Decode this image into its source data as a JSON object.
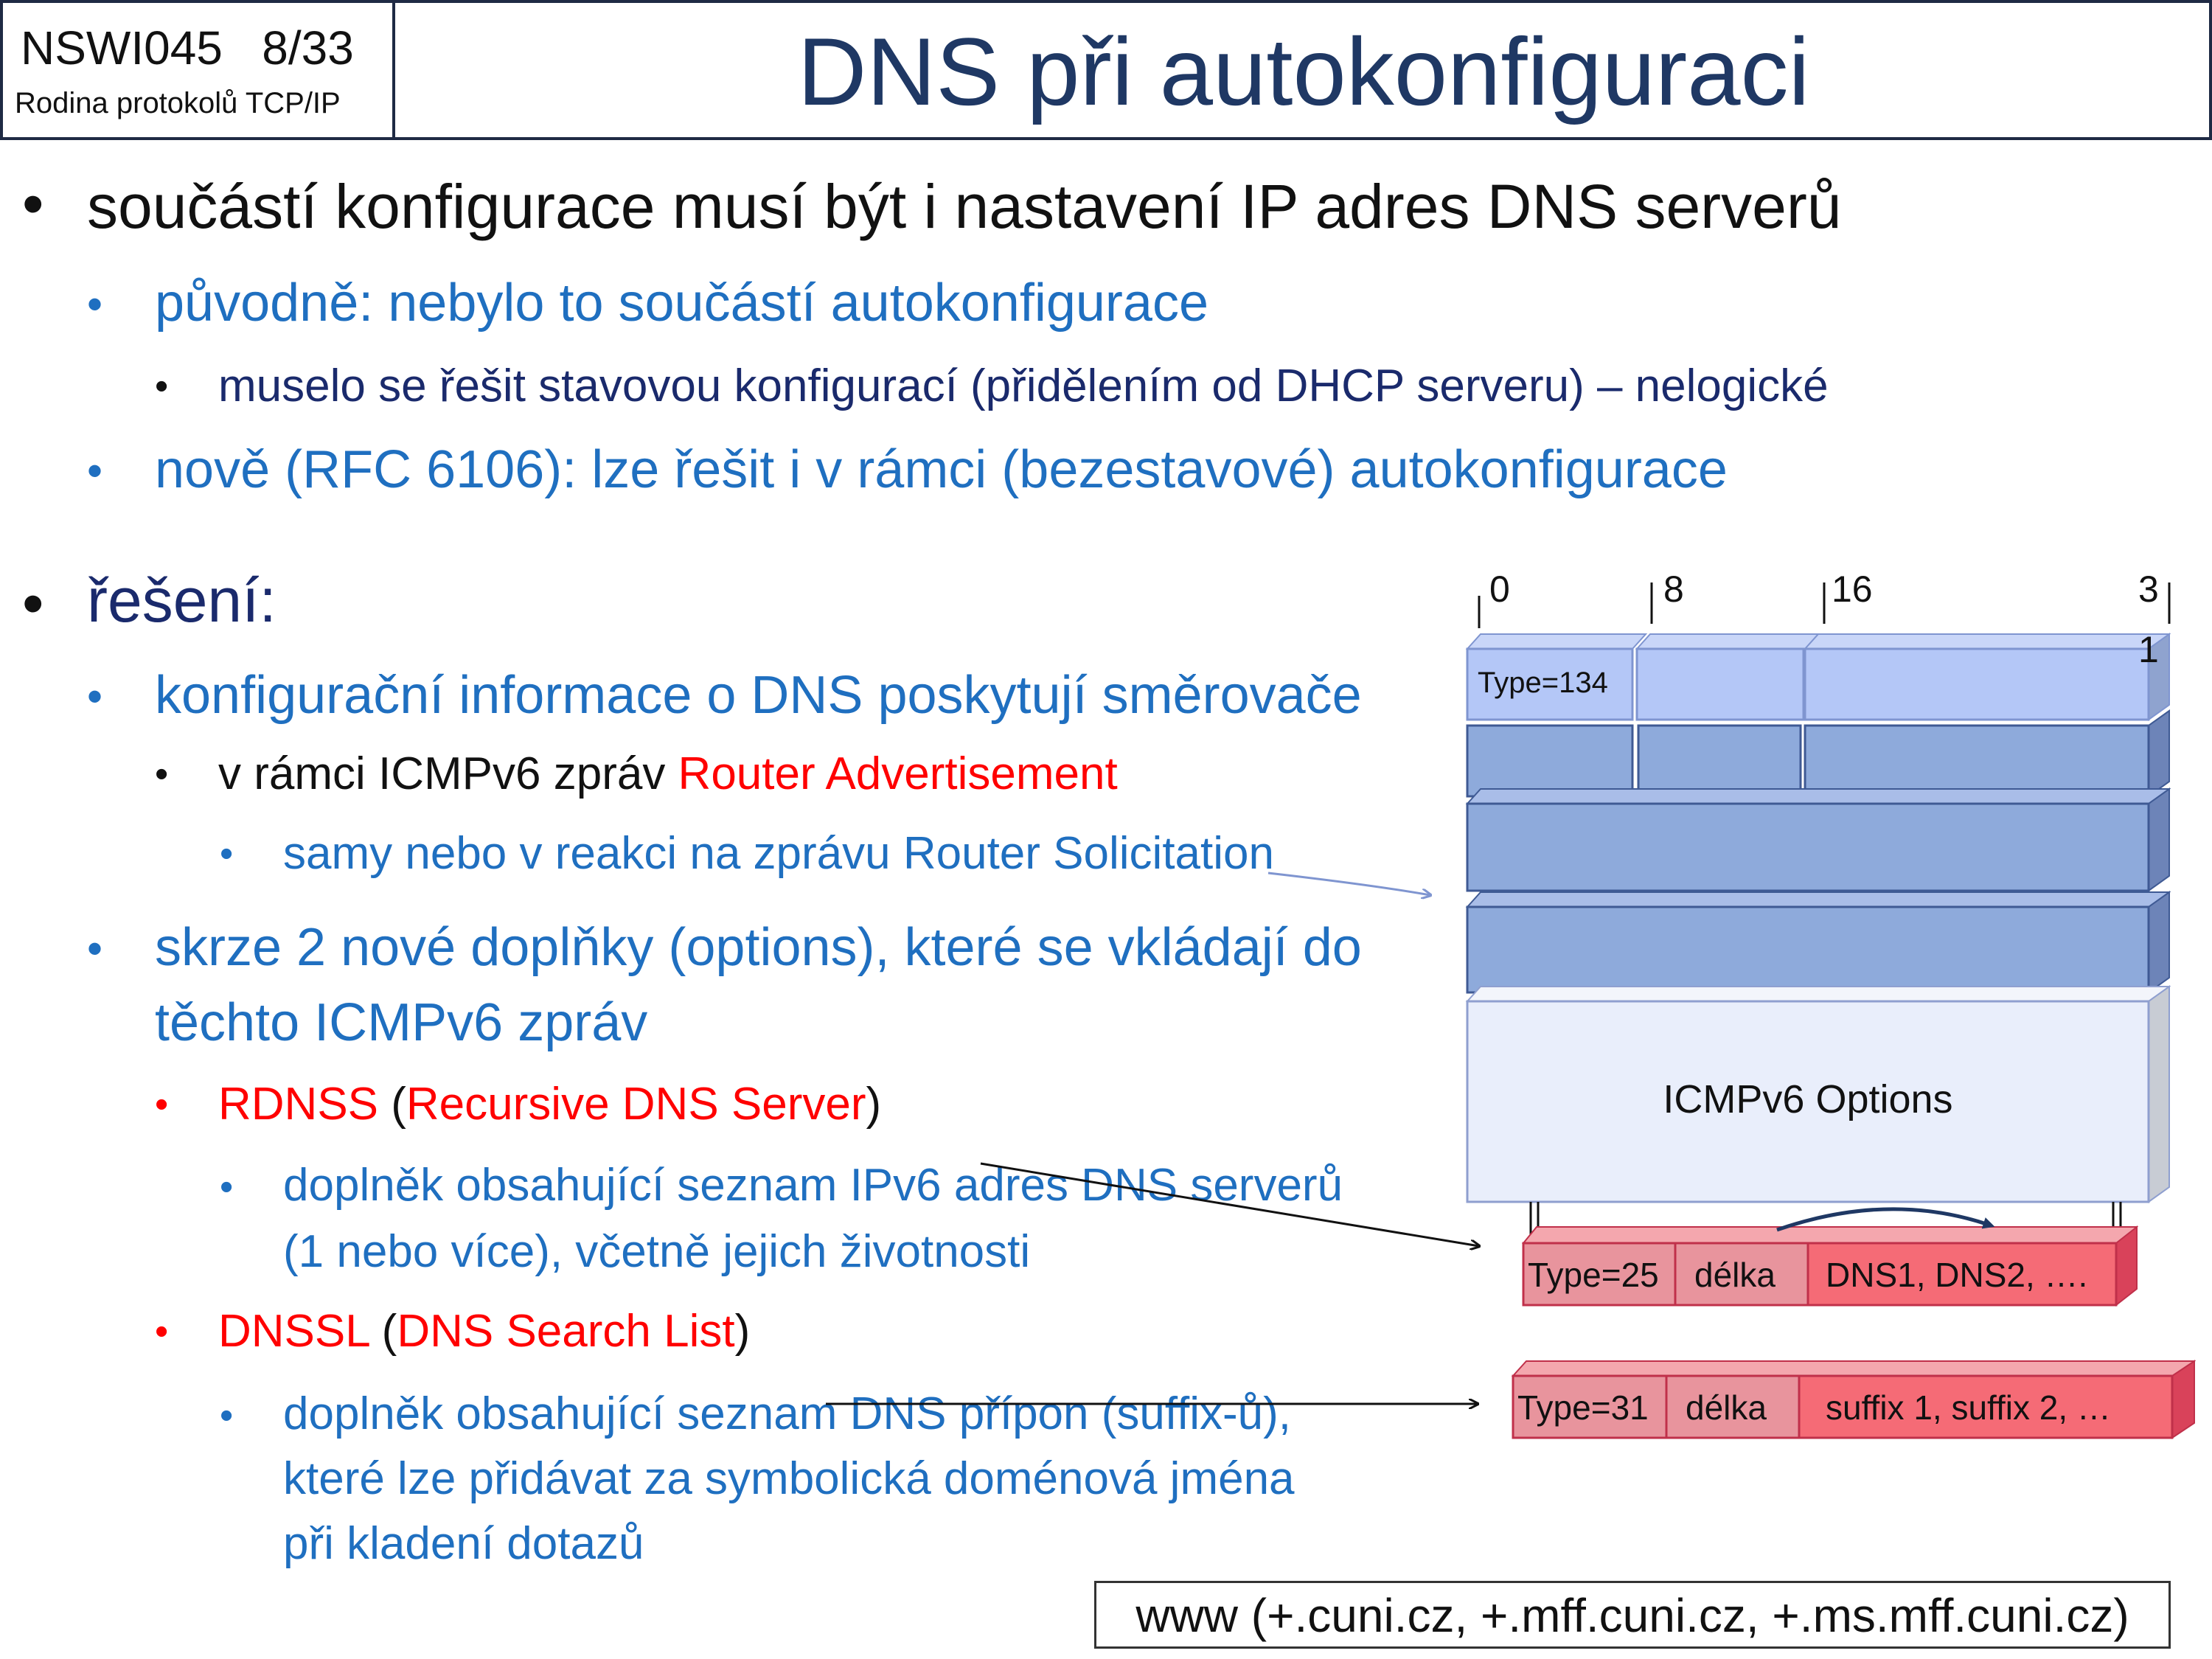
{
  "header": {
    "course_code": "NSWI045",
    "slide_number": "8/33",
    "course_name": "Rodina protokolů TCP/IP",
    "title": "DNS při autokonfiguraci"
  },
  "bullets": {
    "b1": "součástí konfigurace musí být i nastavení IP adres DNS serverů",
    "b1_1": "původně: nebylo to součástí autokonfigurace",
    "b1_1_1": "muselo se řešit stavovou konfigurací (přidělením od DHCP serveru) – nelogické",
    "b1_2": "nově (RFC 6106): lze řešit i v rámci (bezestavové) autokonfigurace",
    "b2": "řešení:",
    "b2_1": "konfigurační informace o DNS poskytují směrovače",
    "b2_1_1_prefix": "v rámci ICMPv6 zpráv ",
    "b2_1_1_red": "Router Advertisement",
    "b2_1_1_1": "samy nebo v reakci na zprávu Router Solicitation",
    "b2_2_line1": "skrze 2 nové doplňky (options), které se vkládají do",
    "b2_2_line2": "těchto ICMPv6 zpráv",
    "rdnss_name": "RDNSS",
    "rdnss_open": " (",
    "rdnss_full": "Recursive DNS Server",
    "rdnss_close": ")",
    "rdnss_desc_line1": "doplněk obsahující seznam IPv6 adres DNS serverů",
    "rdnss_desc_line2": "(1 nebo více), včetně jejich životnosti",
    "dnssl_name": "DNSSL",
    "dnssl_open": " (",
    "dnssl_full": "DNS Search List",
    "dnssl_close": ")",
    "dnssl_desc_line1": "doplněk obsahující seznam DNS přípon (suffix-ů),",
    "dnssl_desc_line2": "které lze přidávat za symbolická doménová jména",
    "dnssl_desc_line3": "při kladení dotazů"
  },
  "diagram": {
    "bit_labels": [
      "0",
      "8",
      "16",
      "3",
      "1"
    ],
    "type_cell": "Type=134",
    "options_label": "ICMPv6 Options",
    "rdnss_option": [
      "Type=25",
      "délka",
      "DNS1, DNS2, …."
    ],
    "dnssl_option": [
      "Type=31",
      "délka",
      "suffix 1, suffix 2, …"
    ],
    "colors": {
      "header_row": "#b4c7f7",
      "rows": "#8eaadb",
      "options": "#e9eefb",
      "option_boxes": "#e8949d",
      "option_value": "#f56b76"
    }
  },
  "footer": "www (+.cuni.cz, +.mff.cuni.cz, +.ms.mff.cuni.cz)"
}
